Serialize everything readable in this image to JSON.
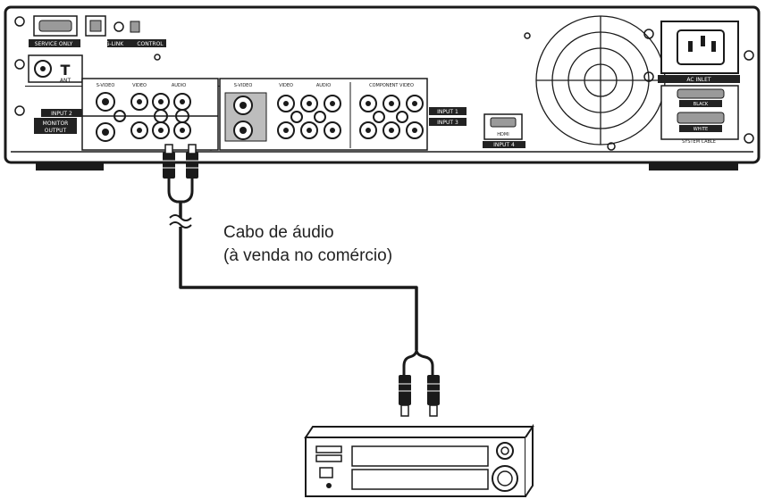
{
  "panel": {
    "top_labels": [
      "SERVICE ONLY",
      "G-LINK",
      "CONTROL"
    ],
    "ant_label": "ANT",
    "ant_symbol": "T",
    "section_labels": [
      "S-VIDEO",
      "VIDEO",
      "AUDIO",
      "S-VIDEO",
      "VIDEO",
      "AUDIO",
      "COMPONENT VIDEO"
    ],
    "input2_label": "INPUT 2",
    "monitor_label": "MONITOR",
    "output_label": "OUTPUT",
    "input1_label": "INPUT 1",
    "input3_label": "INPUT 3",
    "hdmi_label": "HDMI",
    "input4_label": "INPUT 4",
    "ac_inlet_label": "AC INLET",
    "black_label": "BLACK",
    "white_label": "WHITE",
    "system_cable_label": "SYSTEM CABLE"
  },
  "cable": {
    "label_line1": "Cabo de áudio",
    "label_line2": "(à venda no comércio)"
  },
  "colors": {
    "line": "#1a1a1a",
    "panel_fill": "#ffffff",
    "label_fill": "#222222",
    "shade": "#bdbdbd"
  }
}
